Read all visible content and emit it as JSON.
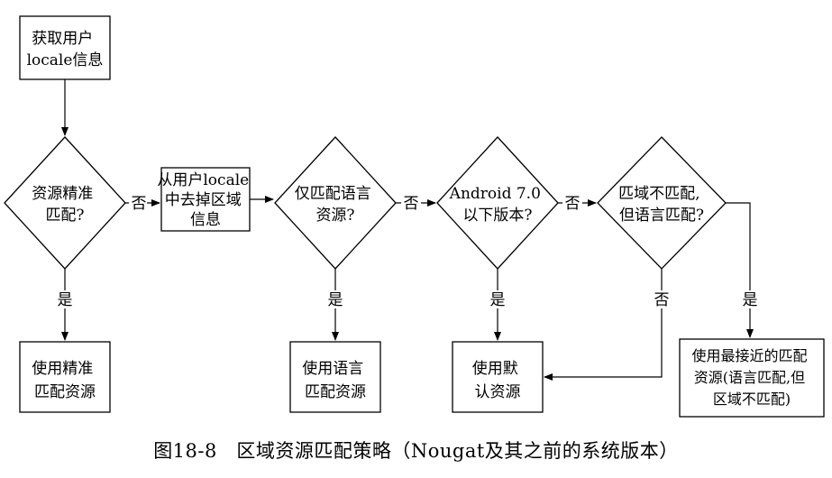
{
  "nodes": {
    "get_locale": [
      "获取用户",
      "locale信息"
    ],
    "exact_match_q": [
      "资源精准",
      "匹配?"
    ],
    "remove_region": [
      "从用户locale",
      "中去掉区域",
      "信息"
    ],
    "language_only_q": [
      "仅匹配语言",
      "资源?"
    ],
    "android_version_q": [
      "Android 7.0",
      "以下版本?"
    ],
    "region_mismatch_q": [
      "匹域不匹配,",
      "但语言匹配?"
    ],
    "use_exact": [
      "使用精准",
      "匹配资源"
    ],
    "use_language": [
      "使用语言",
      "匹配资源"
    ],
    "use_default": [
      "使用默",
      "认资源"
    ],
    "use_closest": [
      "使用最接近的匹配",
      "资源(语言匹配,但",
      "区域不匹配)"
    ]
  },
  "labels": {
    "yes": "是",
    "no": "否"
  },
  "caption": "图18-8　区域资源匹配策略（Nougat及其之前的系统版本）"
}
